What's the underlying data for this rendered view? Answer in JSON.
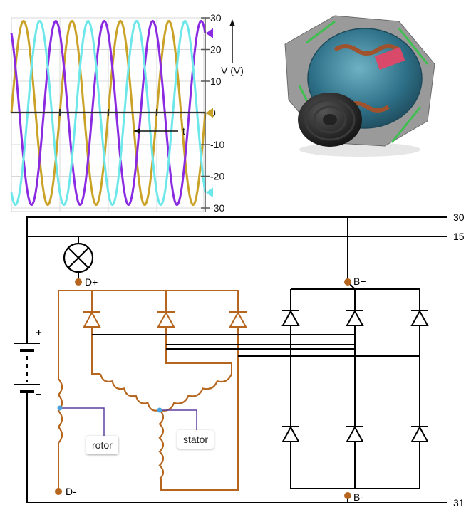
{
  "chart_data": {
    "type": "line",
    "xlabel": "t",
    "ylabel": "V (V)",
    "ylim": [
      -30,
      30
    ],
    "yticks": [
      -30,
      -20,
      -10,
      0,
      10,
      20,
      30
    ],
    "ytick_labels": [
      "-30",
      "-20",
      "-10",
      "0",
      "10",
      "20",
      "30"
    ],
    "grid": true,
    "amplitude": 29,
    "periods_shown": 4,
    "series": [
      {
        "color": "#c9a227",
        "phase_deg": 0
      },
      {
        "color": "#8a2be2",
        "phase_deg": 120
      },
      {
        "color": "#6ee7ea",
        "phase_deg": 240
      }
    ]
  },
  "circuit": {
    "terminals": {
      "t30": "30",
      "t15": "15",
      "t31": "31",
      "d_plus": "D+",
      "d_minus": "D-",
      "b_plus": "B+",
      "b_minus": "B-"
    },
    "battery": {
      "plus": "+",
      "minus": "–"
    },
    "labels": {
      "rotor": "rotor",
      "stator": "stator"
    },
    "colors": {
      "wire": "#000000",
      "exciter": "#b5651d",
      "field": "#5b3fa0",
      "terminal": "#b5651d",
      "node": "#4aa3df"
    }
  },
  "alternator_image": {
    "name": "alternator-photo"
  }
}
